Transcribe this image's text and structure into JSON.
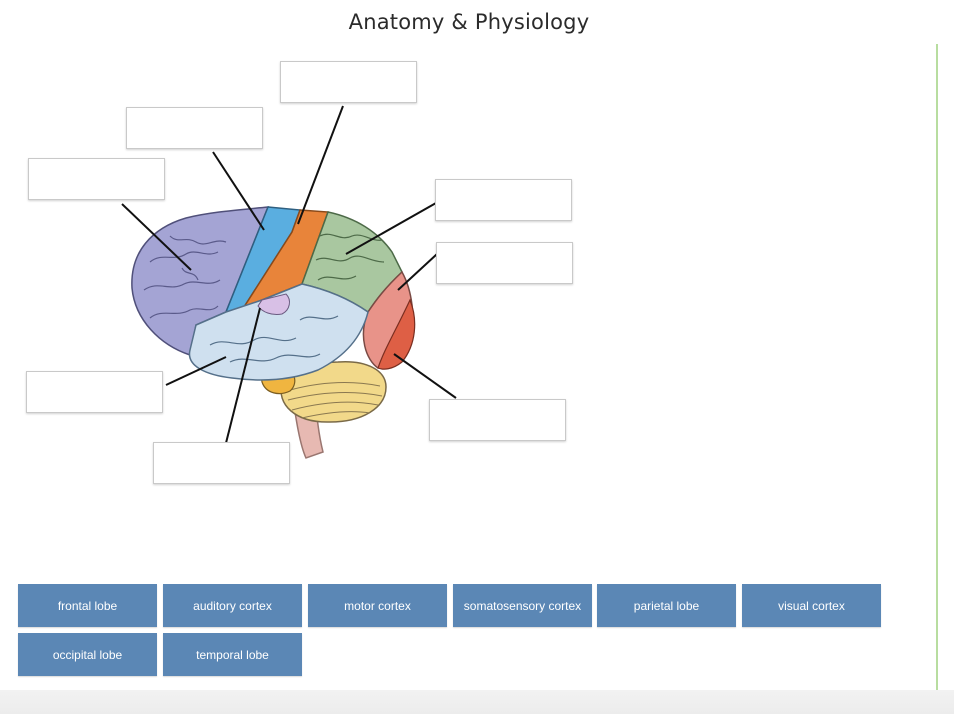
{
  "page": {
    "title": "Anatomy & Physiology"
  },
  "diagram": {
    "subject": "brain-lateral-view",
    "region_colors": {
      "frontal": "#a4a4d4",
      "motor": "#5aaee0",
      "somatosensory": "#e8843a",
      "parietal": "#a9c7a0",
      "occipital": "#e89389",
      "visual": "#de5f45",
      "temporal": "#cfe0ef",
      "auditory": "#d8c0e6",
      "cerebellum": "#f2d98a",
      "pons": "#f0b540",
      "brainstem": "#e7b9b2"
    }
  },
  "drop_boxes": [
    "",
    "",
    "",
    "",
    "",
    "",
    "",
    "",
    ""
  ],
  "word_bank": {
    "items": [
      "frontal lobe",
      "auditory cortex",
      "motor cortex",
      "somatosensory cortex",
      "parietal lobe",
      "visual cortex",
      "occipital lobe",
      "temporal lobe"
    ],
    "chip_color": "#5b87b5"
  }
}
